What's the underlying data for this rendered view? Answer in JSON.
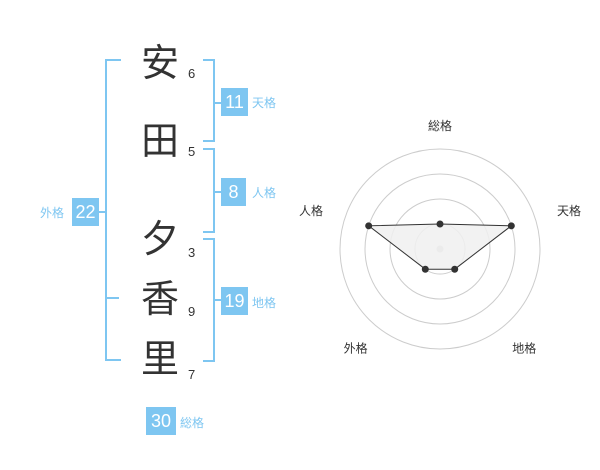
{
  "name": {
    "chars": [
      {
        "char": "安",
        "strokes": "6"
      },
      {
        "char": "田",
        "strokes": "5"
      },
      {
        "char": "夕",
        "strokes": "3"
      },
      {
        "char": "香",
        "strokes": "9"
      },
      {
        "char": "里",
        "strokes": "7"
      }
    ]
  },
  "grid": {
    "tenkaku": {
      "value": "11",
      "label": "天格"
    },
    "jinkaku": {
      "value": "8",
      "label": "人格"
    },
    "chikaku": {
      "value": "19",
      "label": "地格"
    },
    "gaikaku": {
      "value": "22",
      "label": "外格"
    },
    "soukaku": {
      "value": "30",
      "label": "総格"
    }
  },
  "chart_data": {
    "type": "radar",
    "axes": [
      "総格",
      "天格",
      "地格",
      "外格",
      "人格"
    ],
    "max": 4,
    "rings": 4,
    "values": [
      1,
      3,
      1,
      1,
      3
    ],
    "colors": {
      "fill": "#f0f0f0",
      "line": "#333333",
      "grid": "#cccccc",
      "center": "#cccccc"
    }
  }
}
